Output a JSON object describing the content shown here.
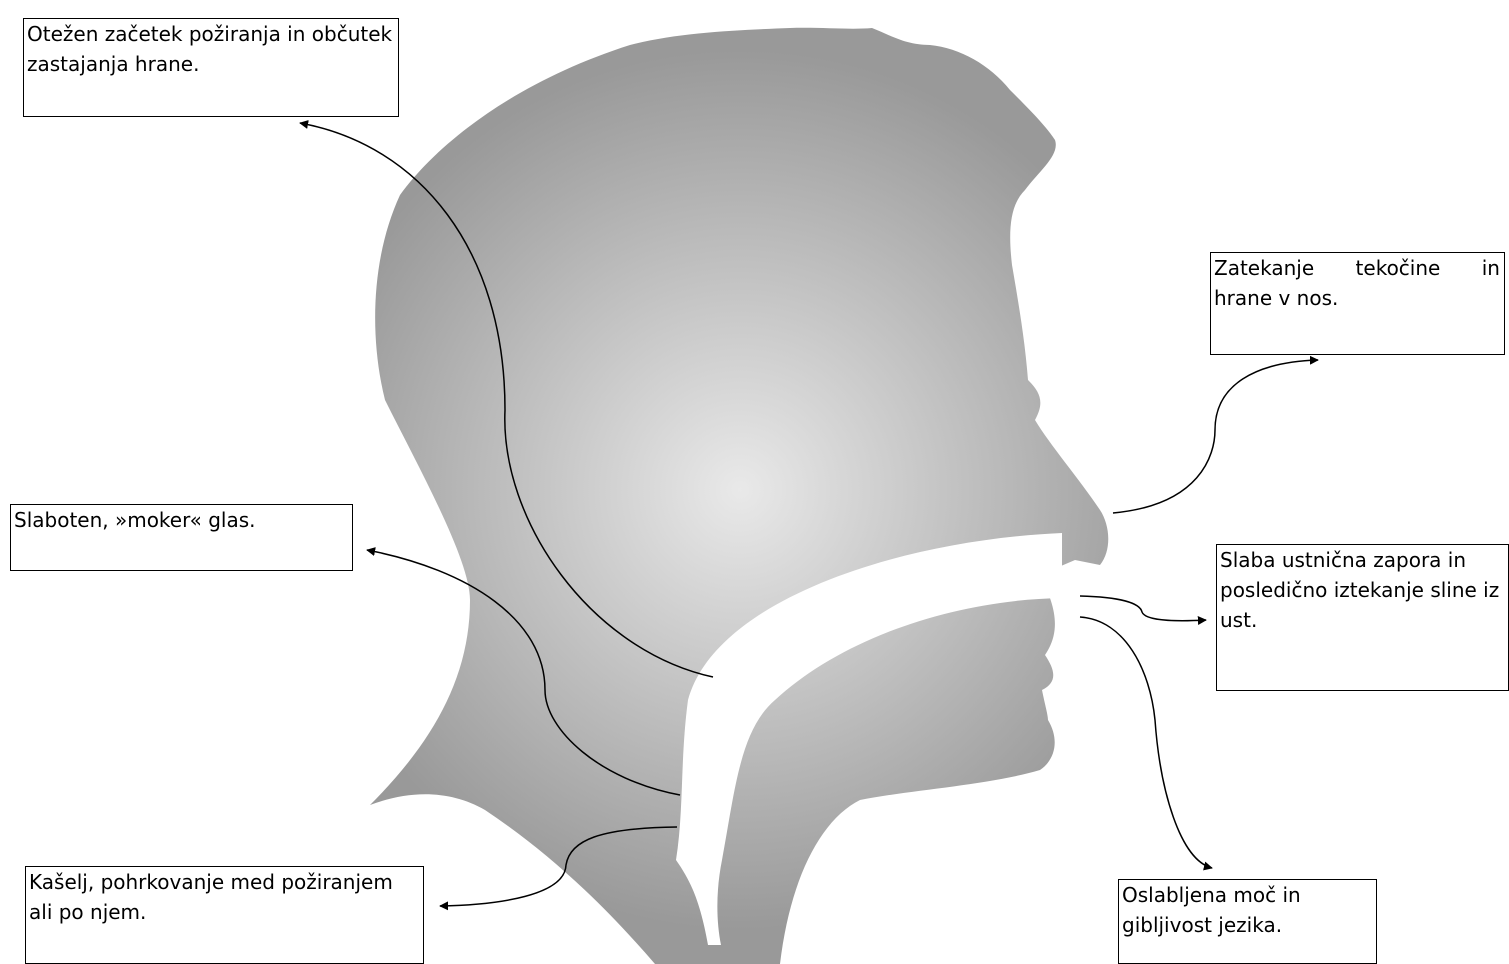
{
  "colors": {
    "head_light": "#e9e9e9",
    "head_mid": "#bdbdbd",
    "head_dark": "#999999",
    "tube": "#ffffff",
    "line": "#000000"
  },
  "labels": {
    "swallow_start": "Otežen začetek požiranja in občutek zastajanja hrane.",
    "nose": "Zatekanje tekočine in hrane v nos.",
    "nose_line1_words": [
      "Zatekanje",
      "tekočine",
      "in"
    ],
    "nose_line2": "hrane v nos.",
    "voice": "Slaboten, »moker« glas.",
    "lips": "Slaba ustnična zapora in posledično iztekanje sline iz ust.",
    "cough": "Kašelj, pohrkovanje med požiranjem ali po njem.",
    "tongue": "Oslabljena moč in gibljivost jezika."
  }
}
